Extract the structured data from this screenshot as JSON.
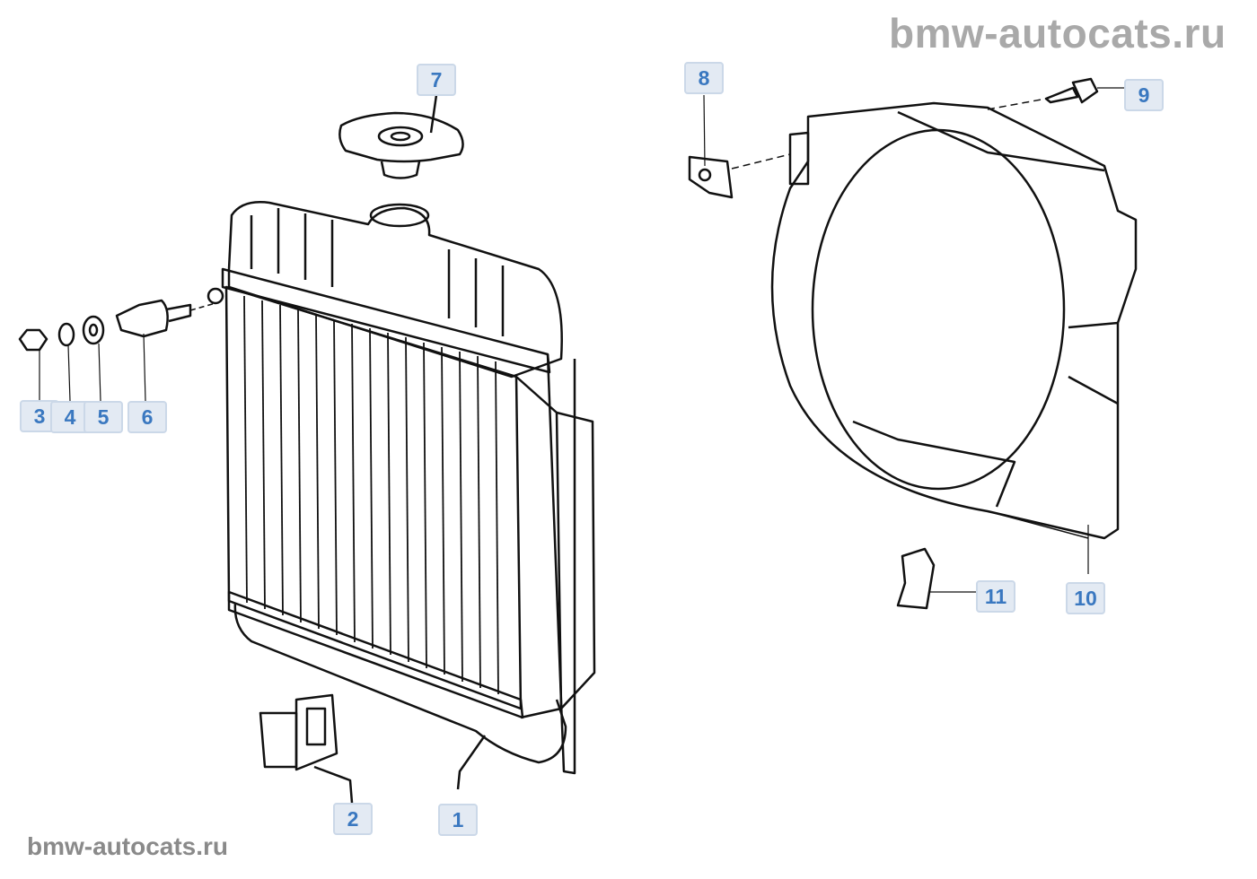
{
  "watermark_top": "bmw-autocats.ru",
  "watermark_bottom": "bmw-autocats.ru",
  "callouts": {
    "c1": "1",
    "c2": "2",
    "c3": "3",
    "c4": "4",
    "c5": "5",
    "c6": "6",
    "c7": "7",
    "c8": "8",
    "c9": "9",
    "c10": "10",
    "c11": "11"
  },
  "colors": {
    "callout_text": "#3a78c0",
    "callout_bg": "#e3eaf3",
    "watermark": "#a9a9a9"
  }
}
